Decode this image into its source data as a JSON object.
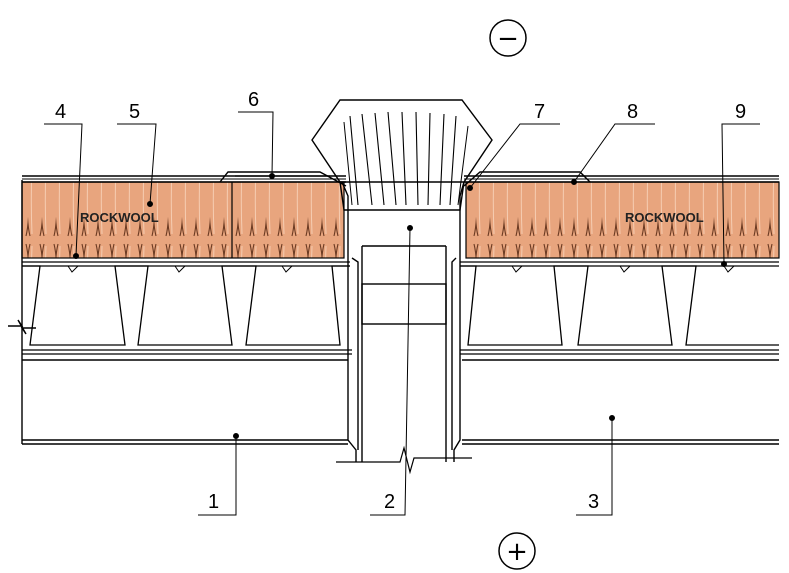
{
  "diagram": {
    "signs": {
      "top": "−",
      "bottom": "+"
    },
    "brand_left": "ROCKWOOL",
    "brand_right": "ROCKWOOL",
    "labels": [
      "1",
      "2",
      "3",
      "4",
      "5",
      "6",
      "7",
      "8",
      "9"
    ]
  },
  "colors": {
    "insulation_fill": "#e8a57e",
    "insulation_stripe": "#f6cdb2",
    "line": "#000000"
  }
}
